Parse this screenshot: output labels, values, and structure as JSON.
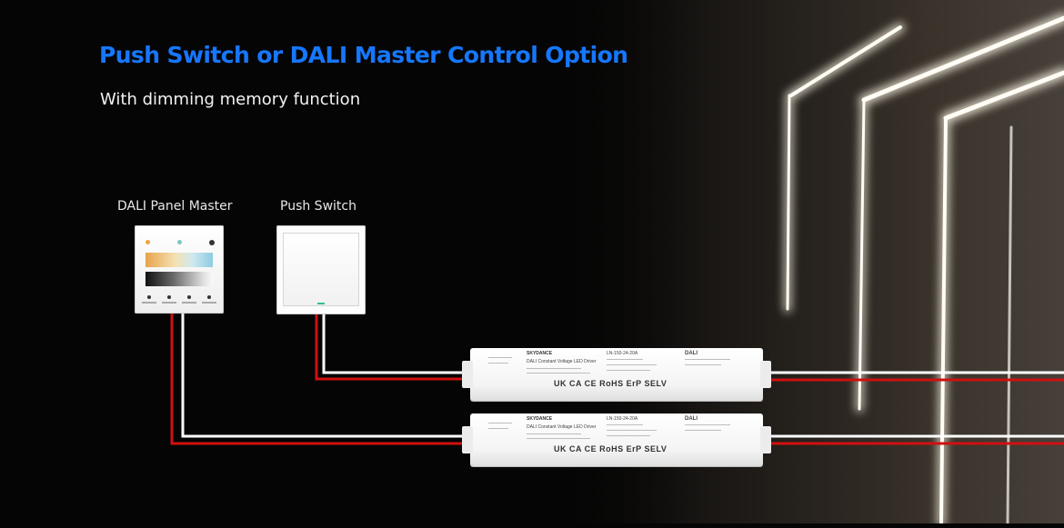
{
  "header": {
    "title": "Push Switch or DALI Master Control Option",
    "subtitle": "With dimming memory function"
  },
  "devices": {
    "panel_label": "DALI Panel Master",
    "switch_label": "Push Switch"
  },
  "drivers": [
    {
      "brand": "SKYDANCE",
      "model": "DALI Constant Voltage LED Driver",
      "part": "LN-150-24-20A",
      "protocol": "DALI",
      "certifications": "UK CA CE RoHS ErP SELV"
    },
    {
      "brand": "SKYDANCE",
      "model": "DALI Constant Voltage LED Driver",
      "part": "LN-150-24-20A",
      "protocol": "DALI",
      "certifications": "UK CA CE RoHS ErP SELV"
    }
  ],
  "colors": {
    "title": "#1677ff",
    "wire_red": "#d01010",
    "wire_white": "#ffffff",
    "background": "#050505"
  }
}
